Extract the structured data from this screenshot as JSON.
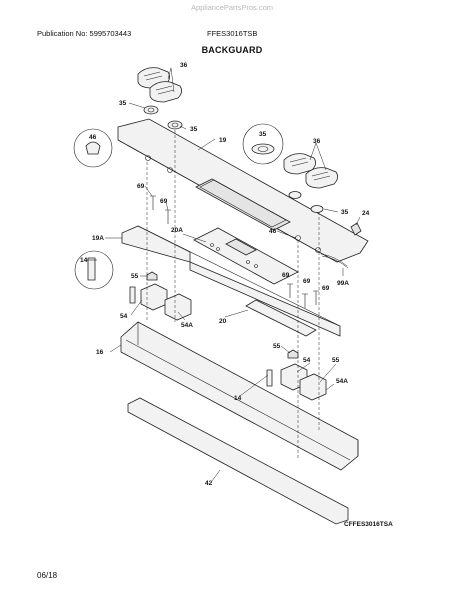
{
  "watermark": "AppliancePartsPros.com",
  "header": {
    "publication": "Publication No: 5995703443",
    "model": "FFES3016TSB"
  },
  "title": "BACKGUARD",
  "callouts": {
    "c36a": "36",
    "c35a": "35",
    "c35b": "35",
    "c19": "19",
    "c46a": "46",
    "c35c": "35",
    "c36b": "36",
    "c35d": "35",
    "c24": "24",
    "c69a": "69",
    "c69b": "69",
    "c20a": "20A",
    "c19a": "19A",
    "c46b": "46",
    "c99a": "99A",
    "c14": "14",
    "c55a": "55",
    "c54a": "54",
    "c54b": "54A",
    "c20": "20",
    "c69c": "69",
    "c69d": "69",
    "c69e": "69",
    "c16": "16",
    "c55b": "55",
    "c54c": "54",
    "c55c": "55",
    "c14b": "14",
    "c54d": "54A",
    "c42": "42"
  },
  "diagram_code": "CFFES3016TSA",
  "footer": "06/18"
}
